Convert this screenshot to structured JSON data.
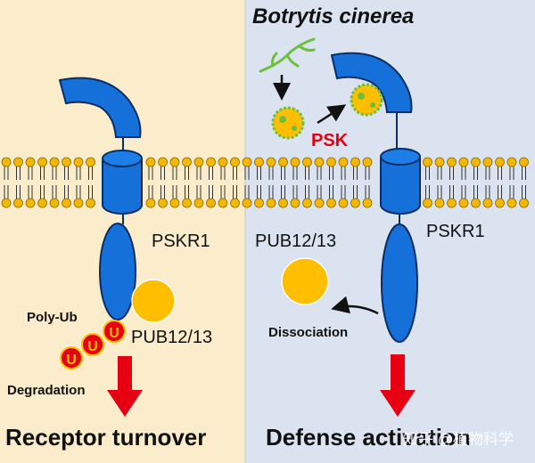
{
  "left_panel": {
    "receptor_label": "PSKR1",
    "ligase_label": "PUB12/13",
    "polyub_label": "Poly-Ub",
    "ub_letter": "U",
    "degradation_label": "Degradation",
    "outcome_label": "Receptor turnover"
  },
  "right_panel": {
    "pathogen_label": "Botrytis cinerea",
    "peptide_label": "PSK",
    "receptor_label": "PSKR1",
    "ligase_label": "PUB12/13",
    "dissociation_label": "Dissociation",
    "outcome_label": "Defense activation"
  },
  "watermark": "知乎 @植物科学",
  "colors": {
    "left_bg": "#fbeccb",
    "right_bg": "#dbe3f0",
    "receptor_blue": "#1670d9",
    "ligase_yellow": "#ffbf00",
    "ub_red": "#e60012",
    "arrow_red": "#e60012",
    "psk_red": "#e60012",
    "membrane_head": "#f5b800",
    "fungus_green": "#6cbf3a"
  }
}
